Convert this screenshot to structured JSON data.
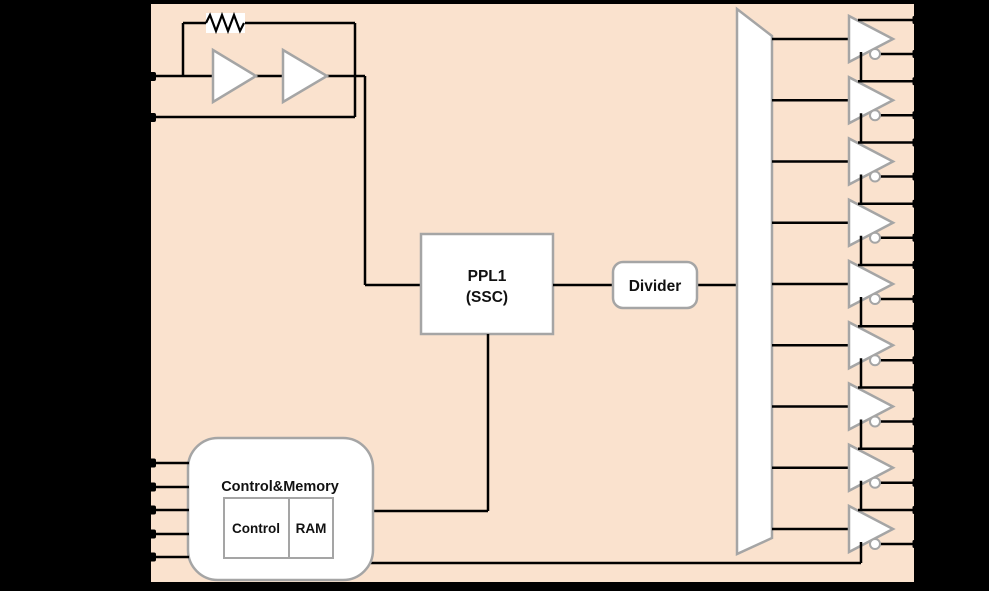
{
  "blocks": {
    "pll": {
      "label_line1": "PPL1",
      "label_line2": "(SSC)"
    },
    "divider": {
      "label": "Divider"
    },
    "control_memory": {
      "title": "Control&Memory",
      "control_label": "Control",
      "ram_label": "RAM"
    }
  },
  "oscillator": {
    "amplifier_count": 2,
    "feedback_resistor": "resistor",
    "input_pin_count": 2
  },
  "outputs": {
    "buffer_count": 9,
    "pins_per_buffer": 2,
    "total_output_pins": 18
  },
  "control_inputs": {
    "pin_count": 5
  },
  "colors": {
    "background": "#000000",
    "chip_fill": "#fae2ce",
    "block_fill": "#ffffff",
    "block_stroke": "#a5a5a5",
    "wire": "#000000"
  }
}
